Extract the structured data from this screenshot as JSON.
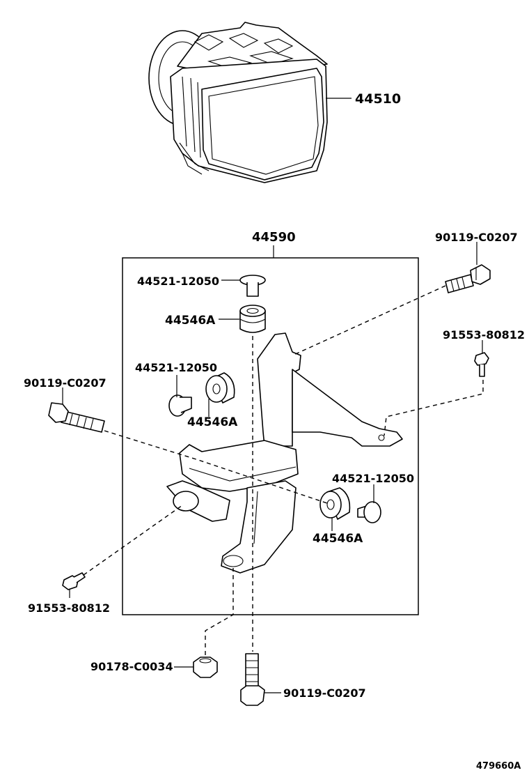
{
  "labels": {
    "actuator": "44510",
    "bracket_set": "44590",
    "collar_top": "44521-12050",
    "cushion_top": "44546A",
    "collar_left": "44521-12050",
    "cushion_left": "44546A",
    "bolt_top_right": "90119-C0207",
    "screw_right": "91553-80812",
    "bolt_left": "90119-C0207",
    "collar_right": "44521-12050",
    "cushion_right": "44546A",
    "screw_left": "91553-80812",
    "nut_bottom": "90178-C0034",
    "bolt_bottom": "90119-C0207"
  },
  "drawing_code": "479660A"
}
